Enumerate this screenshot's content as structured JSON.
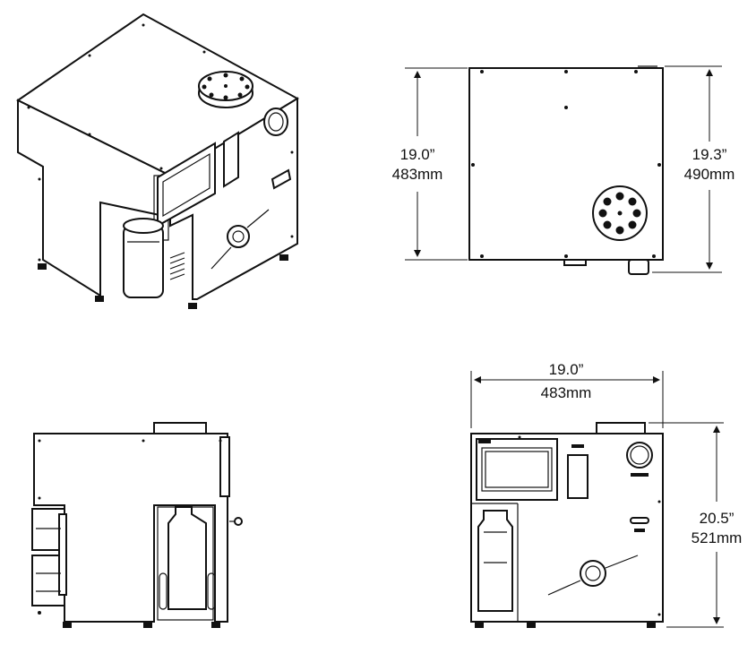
{
  "top_view": {
    "width_in": "19.0”",
    "width_mm": "483mm",
    "depth_in": "19.3”",
    "depth_mm": "490mm"
  },
  "front_view": {
    "width_in": "19.0”",
    "width_mm": "483mm",
    "height_in": "20.5”",
    "height_mm": "521mm"
  },
  "colors": {
    "line": "#111111",
    "background": "#ffffff"
  }
}
